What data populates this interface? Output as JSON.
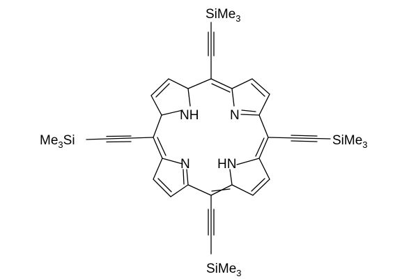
{
  "molecule": {
    "atoms": {
      "nh_top_left": "NH",
      "n_top_right": "N",
      "n_bottom_left": "N",
      "hn_bottom_right": "HN"
    },
    "substituents": {
      "top": {
        "main": "SiMe",
        "sub": "3"
      },
      "right": {
        "main": "SiMe",
        "sub": "3"
      },
      "bottom": {
        "main": "SiMe",
        "sub": "3"
      },
      "left": {
        "pre": "Me",
        "sub": "3",
        "post": "Si"
      }
    }
  }
}
